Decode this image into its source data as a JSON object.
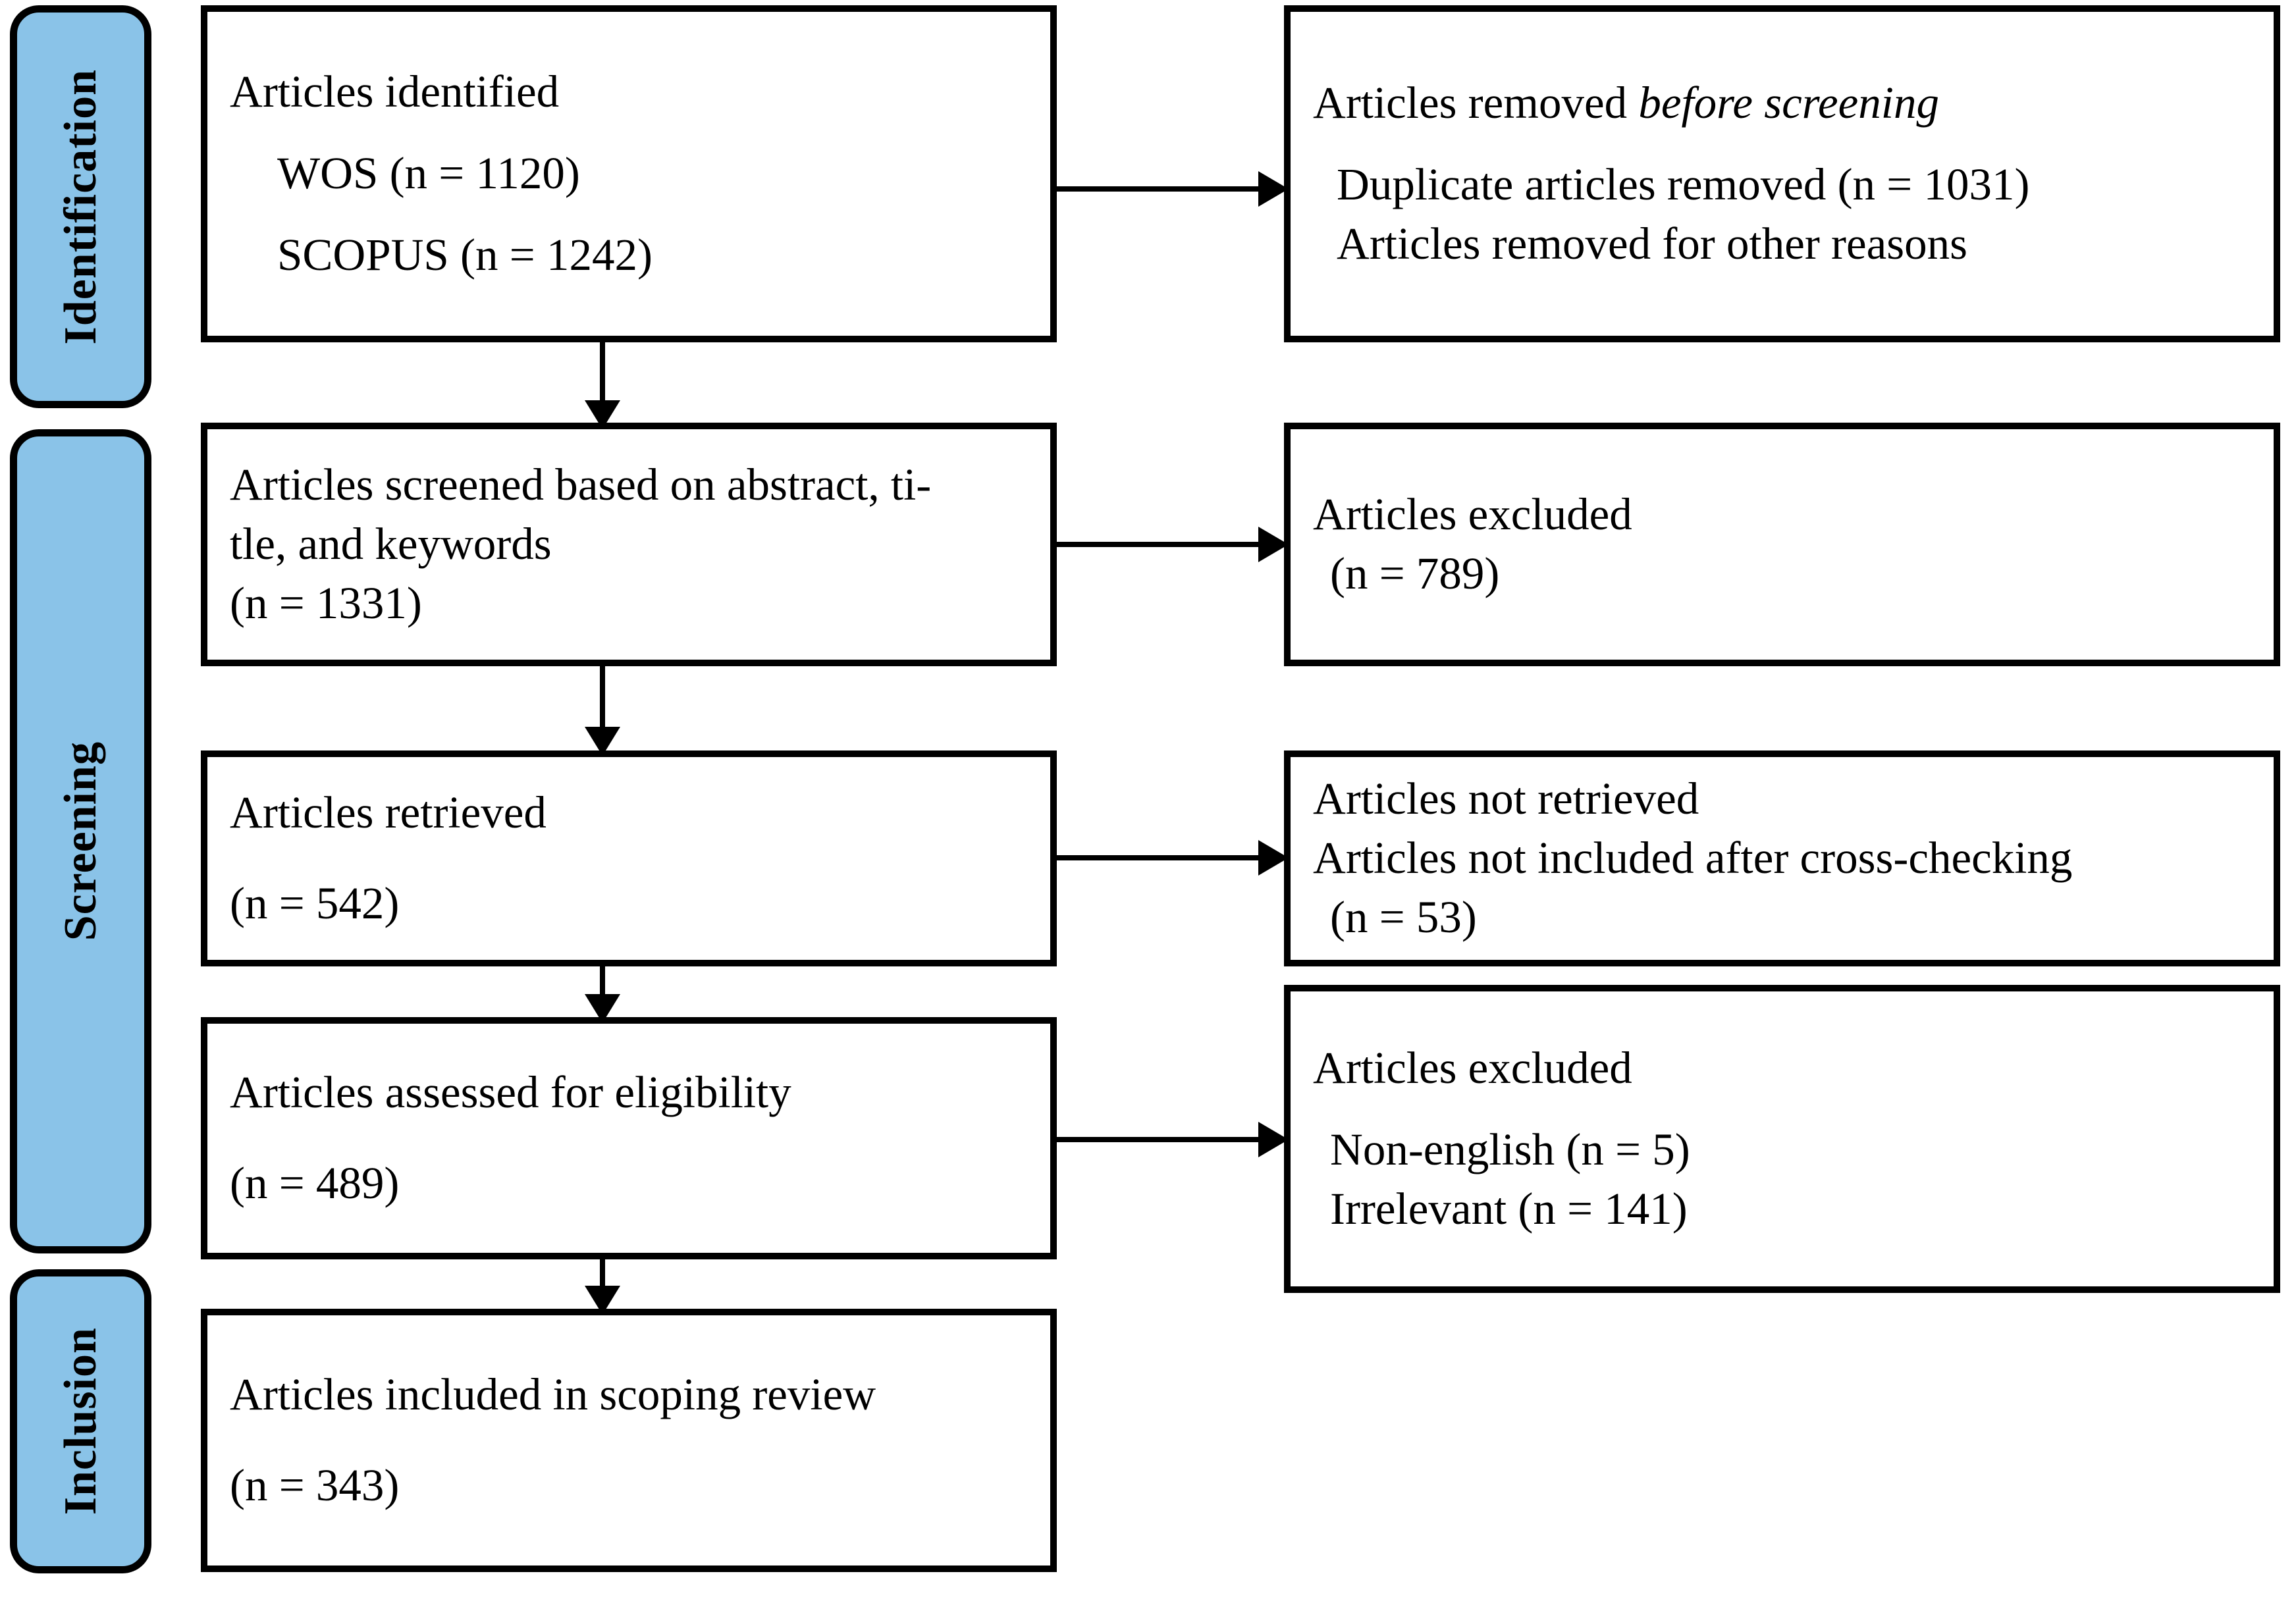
{
  "diagram": {
    "title": "PRISMA flow diagram",
    "accent_color": "#8ac3e8",
    "border_color": "#000000",
    "background_color": "#ffffff"
  },
  "stages": [
    {
      "id": "identification",
      "label": "Identification"
    },
    {
      "id": "screening",
      "label": "Screening"
    },
    {
      "id": "inclusion",
      "label": "Inclusion"
    }
  ],
  "boxes": {
    "identified": {
      "lines": [
        {
          "text": "Articles identified"
        },
        {
          "text": "WOS (n = 1120)"
        },
        {
          "text": "SCOPUS (n = 1242)"
        }
      ]
    },
    "removed_before": {
      "lines": [
        {
          "text": "Articles removed ",
          "emphasis": "before screening"
        },
        {
          "text": "Duplicate articles removed (n = 1031)"
        },
        {
          "text": "Articles removed for other reasons"
        }
      ]
    },
    "screened": {
      "lines": [
        {
          "text": "Articles screened based on abstract, ti-"
        },
        {
          "text": "tle, and keywords"
        },
        {
          "text": "(n = 1331)"
        }
      ]
    },
    "excluded_screening": {
      "lines": [
        {
          "text": "Articles excluded"
        },
        {
          "text": "(n = 789)"
        }
      ]
    },
    "retrieved": {
      "lines": [
        {
          "text": "Articles retrieved"
        },
        {
          "text": "(n = 542)"
        }
      ]
    },
    "not_retrieved": {
      "lines": [
        {
          "text": "Articles not retrieved"
        },
        {
          "text": "Articles not included after cross-checking"
        },
        {
          "text": "(n = 53)"
        }
      ]
    },
    "eligibility": {
      "lines": [
        {
          "text": "Articles assessed for eligibility"
        },
        {
          "text": "(n = 489)"
        }
      ]
    },
    "excluded_eligibility": {
      "lines": [
        {
          "text": "Articles excluded"
        },
        {
          "text": "Non-english (n = 5)"
        },
        {
          "text": "Irrelevant (n = 141)"
        }
      ]
    },
    "included": {
      "lines": [
        {
          "text": "Articles included in scoping review"
        },
        {
          "text": "(n = 343)"
        }
      ]
    }
  },
  "counts": {
    "wos": 1120,
    "scopus": 1242,
    "duplicates_removed": 1031,
    "screened": 1331,
    "excluded_screening": 789,
    "retrieved": 542,
    "not_included_cross_checking": 53,
    "assessed_eligibility": 489,
    "excluded_non_english": 5,
    "excluded_irrelevant": 141,
    "included_scoping_review": 343
  }
}
